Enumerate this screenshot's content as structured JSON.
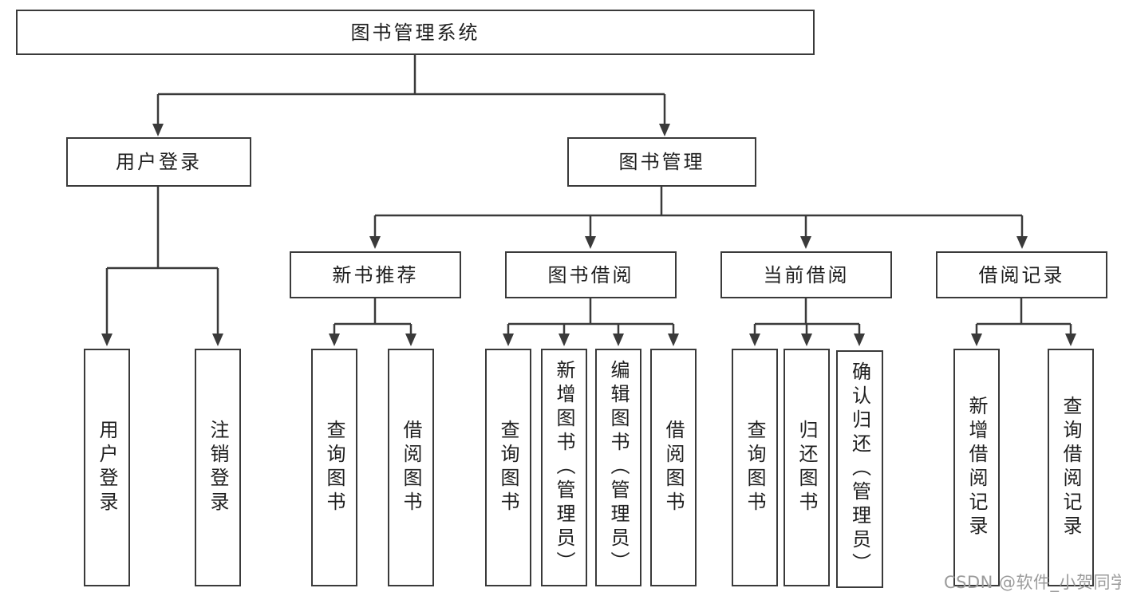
{
  "colors": {
    "line": "#3a3a3a",
    "text": "#1f1f1f",
    "background": "#ffffff",
    "watermark_gray": "#9b9b9b"
  },
  "nodes": {
    "root": "图书管理系统",
    "level2": [
      "用户登录",
      "图书管理"
    ],
    "level3": [
      "新书推荐",
      "图书借阅",
      "当前借阅",
      "借阅记录"
    ],
    "leaves_login": [
      "用户登录",
      "注销登录"
    ],
    "leaves_recommend": [
      "查询图书",
      "借阅图书"
    ],
    "leaves_borrow": [
      "查询图书",
      "新增图书（管理员）",
      "编辑图书（管理员）",
      "借阅图书"
    ],
    "leaves_current": [
      "查询图书",
      "归还图书",
      "确认归还（管理员）"
    ],
    "leaves_record": [
      "新增借阅记录",
      "查询借阅记录"
    ]
  },
  "watermark": "CSDN @软件_小贺同学"
}
